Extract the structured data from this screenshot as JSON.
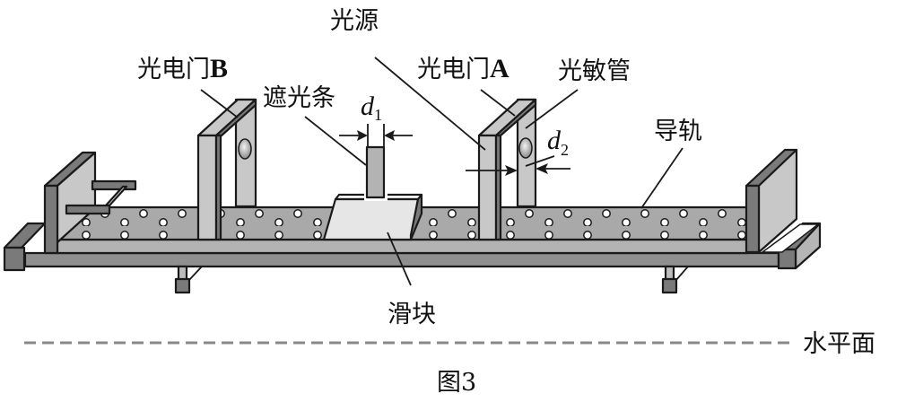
{
  "figure": {
    "caption": "图3",
    "labels": {
      "light_source": "光源",
      "gate_b": "光电门",
      "gate_b_letter": "B",
      "gate_a": "光电门",
      "gate_a_letter": "A",
      "photosensitive_tube": "光敏管",
      "shading_strip": "遮光条",
      "guide_rail": "导轨",
      "slider": "滑块",
      "horizontal_plane": "水平面",
      "d1": "d",
      "d1_sub": "1",
      "d2": "d",
      "d2_sub": "2"
    },
    "colors": {
      "dark_gray": "#7a7a7a",
      "mid_gray": "#a9a9a9",
      "light_gray": "#c8c8c8",
      "slider_fill": "#e6e6e6",
      "outline": "#1a1a1a",
      "dashed_line": "#888888"
    }
  }
}
